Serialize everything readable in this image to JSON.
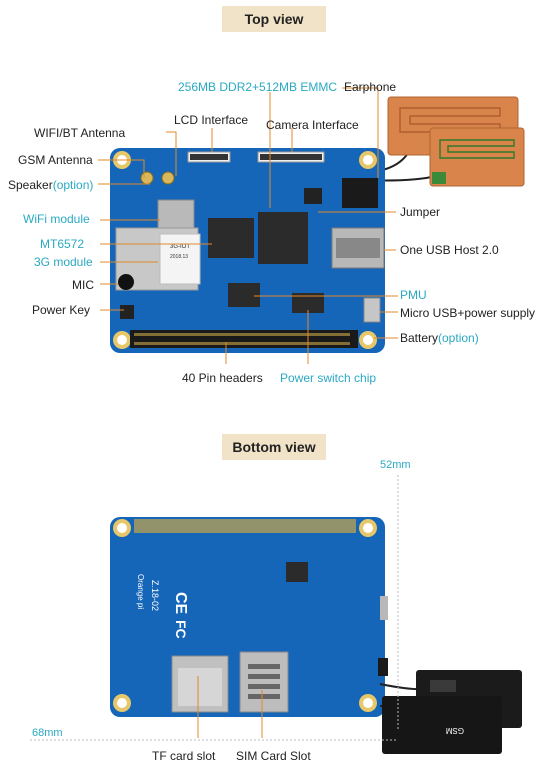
{
  "titles": {
    "top": "Top view",
    "bottom": "Bottom view"
  },
  "labels": {
    "memory": "256MB DDR2+512MB EMMC",
    "earphone": "Earphone",
    "lcd": "LCD Interface",
    "camera": "Camera Interface",
    "wifi_bt": "WIFI/BT Antenna",
    "gsm": "GSM Antenna",
    "speaker": "Speaker",
    "speaker_opt": "(option)",
    "wifi_module": "WiFi module",
    "mt6572": "MT6572",
    "module_3g": "3G module",
    "mic": "MIC",
    "power_key": "Power Key",
    "jumper": "Jumper",
    "usb_host": "One USB Host 2.0",
    "pmu": "PMU",
    "micro_usb": "Micro USB+power supply",
    "battery": "Battery",
    "battery_opt": "(option)",
    "pin_headers": "40 Pin headers",
    "power_switch": "Power switch chip",
    "tf_card": "TF card slot",
    "sim_card": "SIM Card Slot"
  },
  "dimensions": {
    "width": "52mm",
    "height": "68mm"
  },
  "board_text": {
    "chip_marking": "3G-IOT",
    "chip_date": "2018.13",
    "silk_model": "Z.18-02",
    "brand": "Orange pi",
    "antenna_mark": "GSM"
  },
  "colors": {
    "accent": "#2aa9c3",
    "title_bg": "#f1e3c8",
    "pcb": "#1565b8"
  }
}
